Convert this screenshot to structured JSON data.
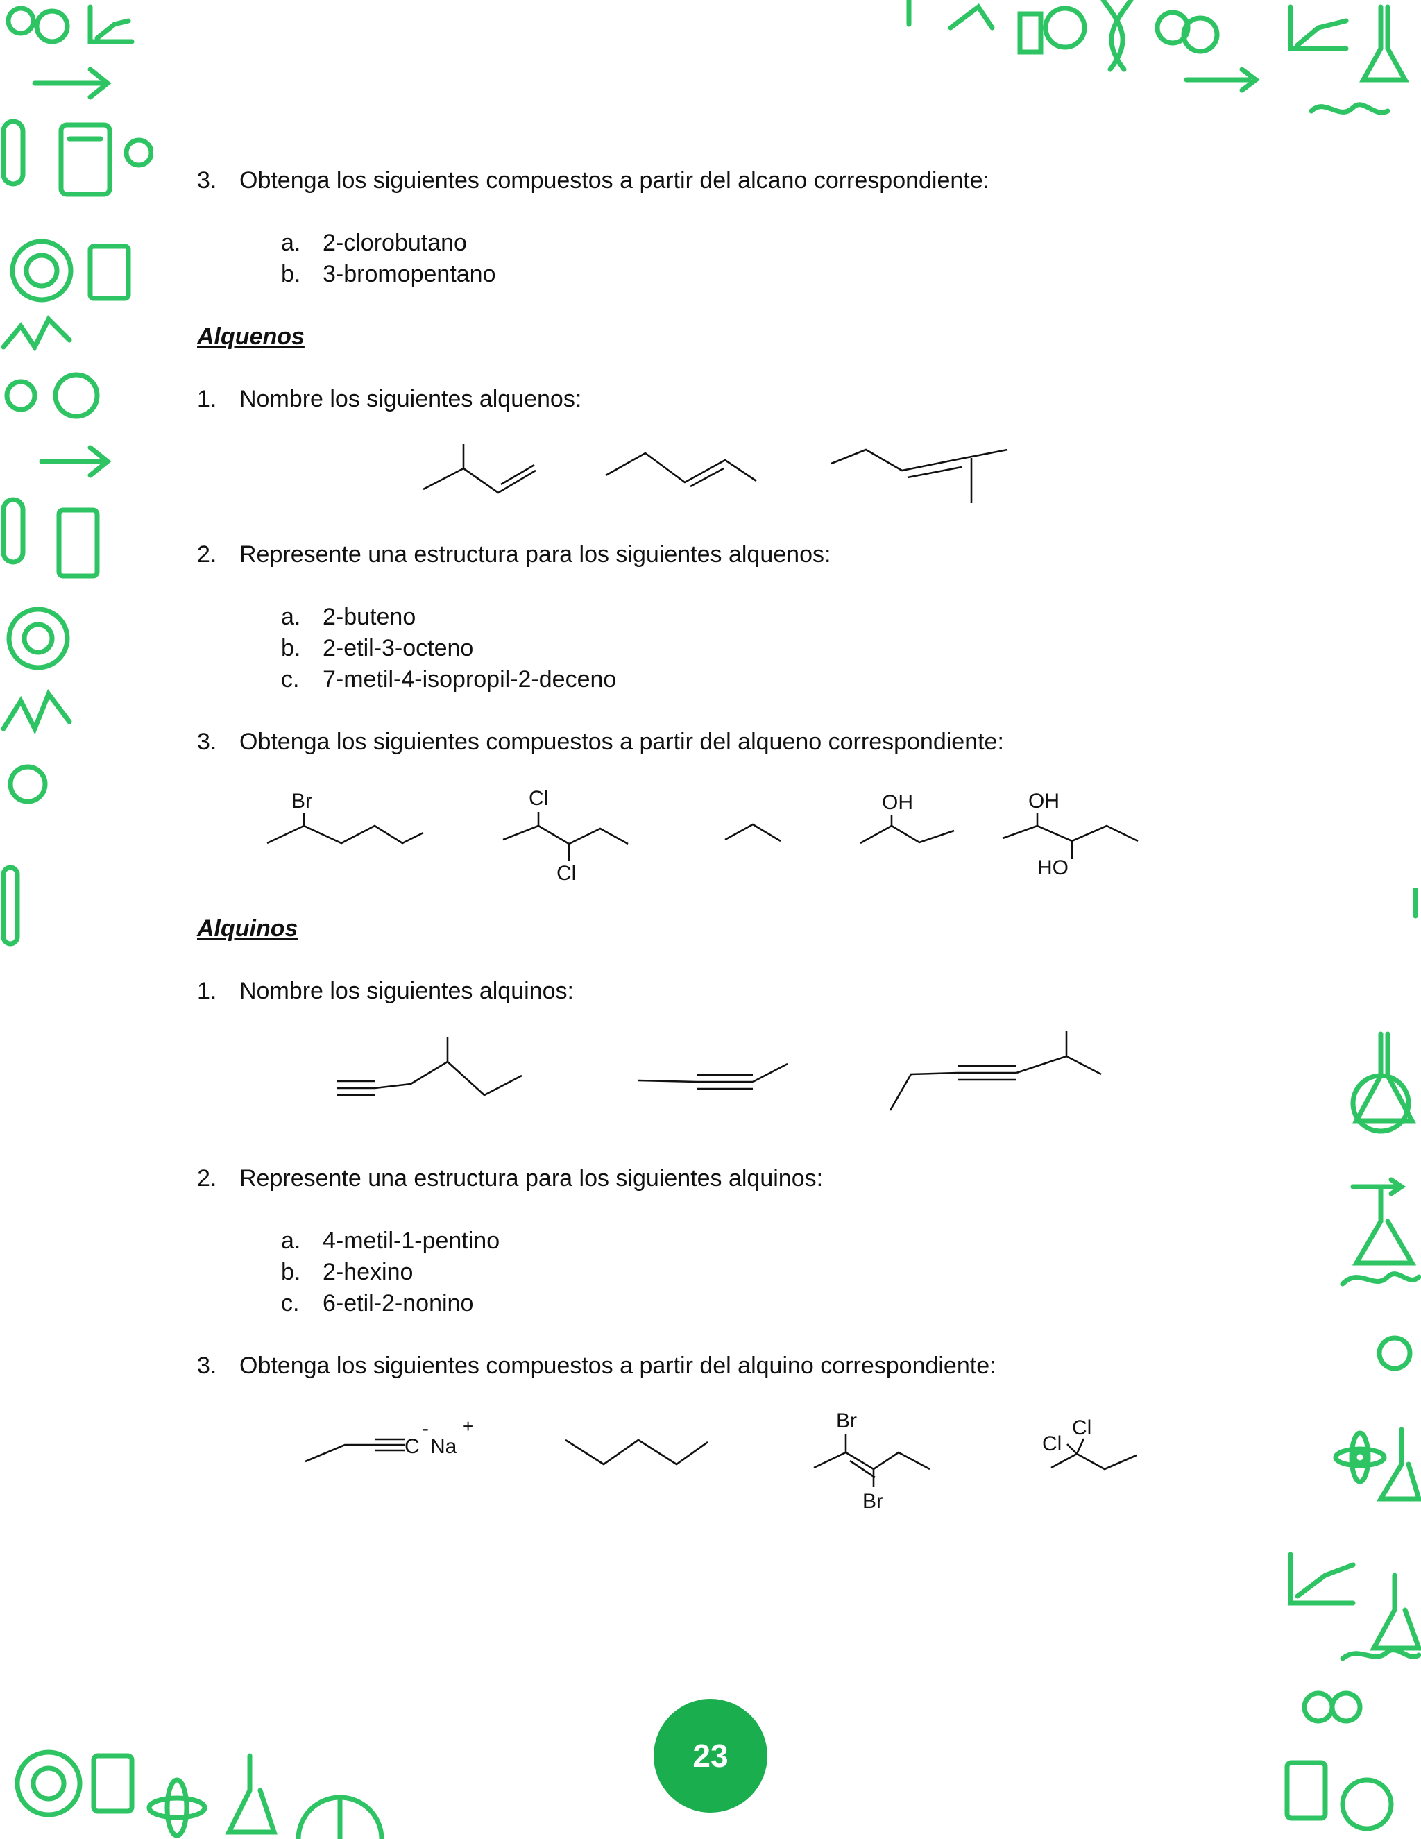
{
  "colors": {
    "accent": "#1aae4e",
    "decoration": "#2fc463"
  },
  "section_alcanos": {
    "q3": {
      "num": "3.",
      "text": "Obtenga los siguientes compuestos a partir del alcano correspondiente:"
    },
    "items": [
      {
        "letter": "a.",
        "text": "2-clorobutano"
      },
      {
        "letter": "b.",
        "text": "3-bromopentano"
      }
    ]
  },
  "section_alquenos": {
    "title": "Alquenos",
    "q1": {
      "num": "1.",
      "text": "Nombre los siguientes alquenos:"
    },
    "q2": {
      "num": "2.",
      "text": "Represente una estructura para los siguientes alquenos:"
    },
    "q2_items": [
      {
        "letter": "a.",
        "text": "2-buteno"
      },
      {
        "letter": "b.",
        "text": "2-etil-3-octeno"
      },
      {
        "letter": "c.",
        "text": "7-metil-4-isopropil-2-deceno"
      }
    ],
    "q3": {
      "num": "3.",
      "text": "Obtenga los siguientes compuestos a partir del alqueno correspondiente:"
    },
    "q3_labels": {
      "br": "Br",
      "cl1": "Cl",
      "cl2": "Cl",
      "oh1": "OH",
      "oh2": "OH",
      "ho": "HO"
    }
  },
  "section_alquinos": {
    "title": "Alquinos",
    "q1": {
      "num": "1.",
      "text": "Nombre los siguientes alquinos:"
    },
    "q2": {
      "num": "2.",
      "text": "Represente una estructura para los siguientes alquinos:"
    },
    "q2_items": [
      {
        "letter": "a.",
        "text": "4-metil-1-pentino"
      },
      {
        "letter": "b.",
        "text": "2-hexino"
      },
      {
        "letter": "c.",
        "text": "6-etil-2-nonino"
      }
    ],
    "q3": {
      "num": "3.",
      "text": "Obtenga los siguientes compuestos a partir del alquino correspondiente:"
    },
    "q3_labels": {
      "c": "C",
      "minus": "-",
      "na": "Na",
      "plus": "+",
      "br1": "Br",
      "br2": "Br",
      "cl1": "Cl",
      "cl2": "Cl"
    }
  },
  "page_number": "23"
}
